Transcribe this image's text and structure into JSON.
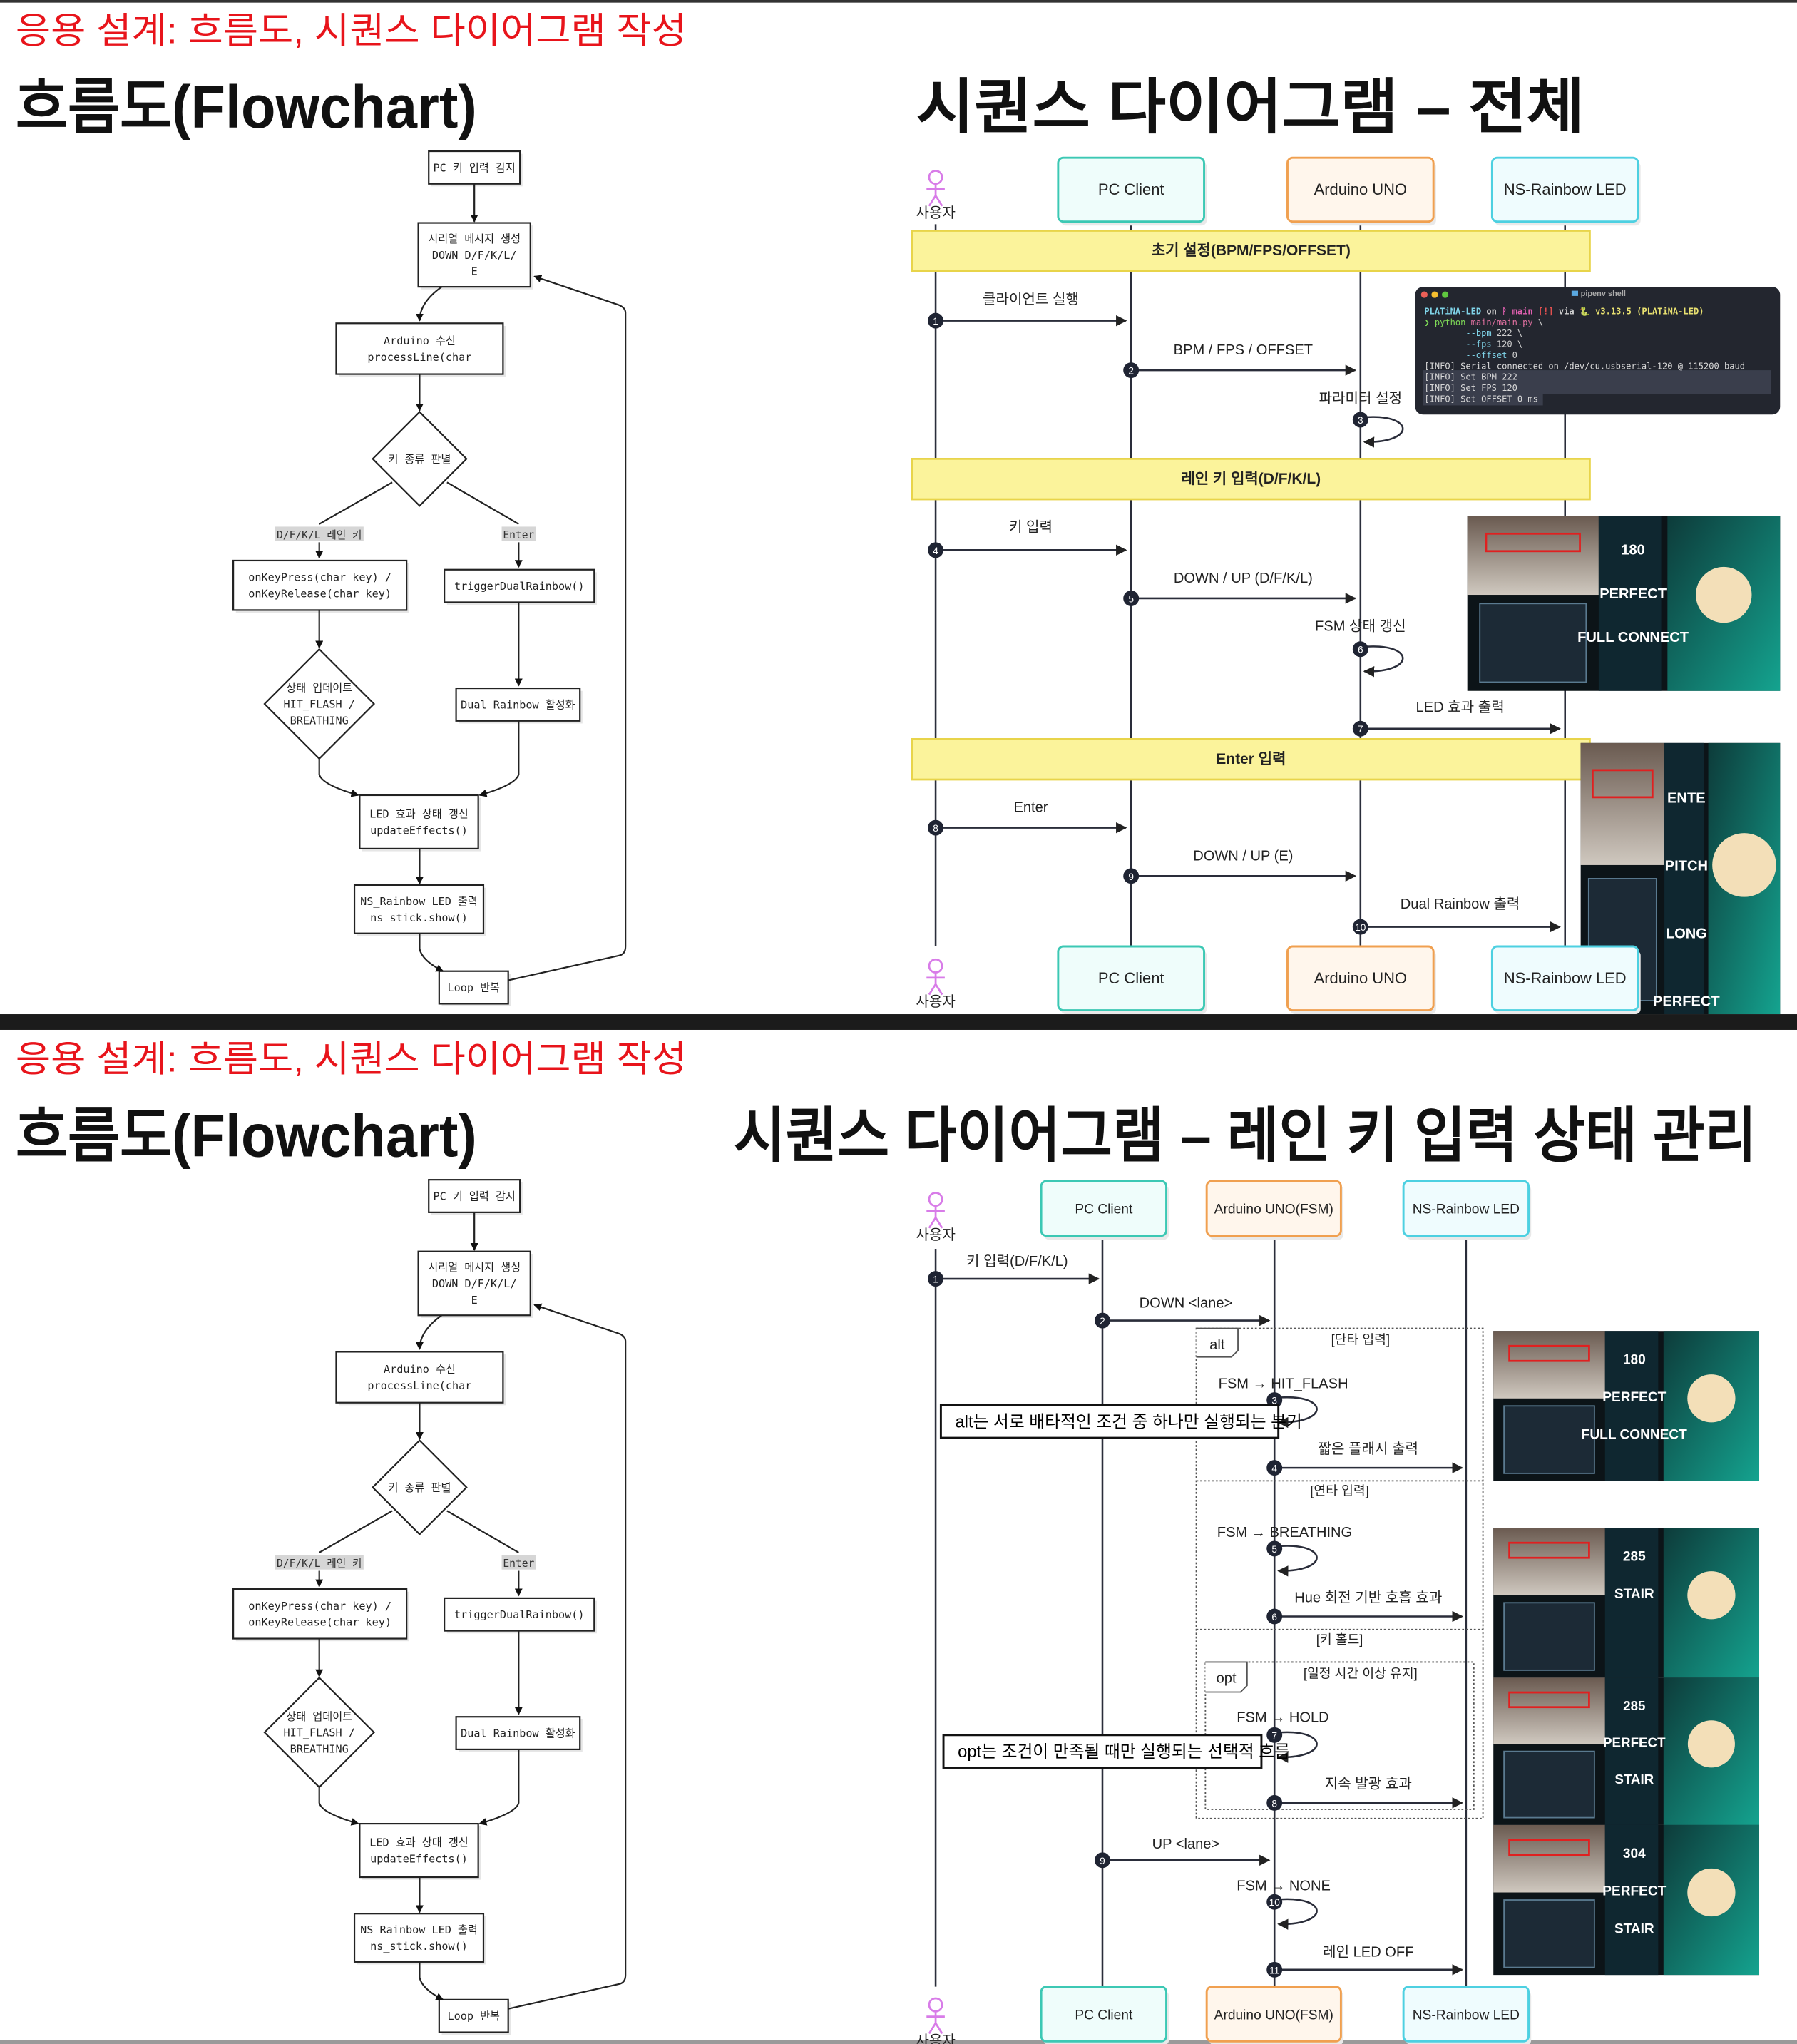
{
  "slides": [
    {
      "header": "응용 설계: 흐름도, 시퀀스  다이어그램  작성",
      "flowchart_title": "흐름도(Flowchart)",
      "sequence_title": "시퀀스  다이어그램 – 전체"
    },
    {
      "header": "응용 설계: 흐름도, 시퀀스  다이어그램  작성",
      "flowchart_title": "흐름도(Flowchart)",
      "sequence_title": "시퀀스 다이어그램 – 레인 키 입력 상태 관리"
    }
  ],
  "flowchart": {
    "nodes": [
      {
        "lines": [
          "PC 키 입력 감지"
        ]
      },
      {
        "lines": [
          "시리얼 메시지 생성",
          "DOWN D/F/K/L/",
          "E"
        ]
      },
      {
        "lines": [
          "Arduino 수신",
          "processLine(char"
        ]
      },
      {
        "lines": [
          "키 종류 판별"
        ]
      },
      {
        "lines": [
          "onKeyPress(char key) /",
          "onKeyRelease(char key)"
        ]
      },
      {
        "lines": [
          "triggerDualRainbow()"
        ]
      },
      {
        "lines": [
          "상태 업데이트",
          "HIT_FLASH /",
          "BREATHING"
        ]
      },
      {
        "lines": [
          "Dual Rainbow 활성화"
        ]
      },
      {
        "lines": [
          "LED 효과 상태 갱신",
          "updateEffects()"
        ]
      },
      {
        "lines": [
          "NS_Rainbow LED 출력",
          "ns_stick.show()"
        ]
      },
      {
        "lines": [
          "Loop 반복"
        ]
      }
    ],
    "edge_labels": [
      "D/F/K/L 레인 키",
      "Enter"
    ]
  },
  "seq_full": {
    "actor": "사용자",
    "participants": [
      "PC Client",
      "Arduino UNO",
      "NS-Rainbow LED"
    ],
    "sections": [
      "초기 설정(BPM/FPS/OFFSET)",
      "레인 키 입력(D/F/K/L)",
      "Enter 입력"
    ],
    "messages": [
      {
        "num": "1",
        "label": "클라이언트 실행"
      },
      {
        "num": "2",
        "label": "BPM / FPS / OFFSET"
      },
      {
        "num": "3",
        "label": "파라미터 설정"
      },
      {
        "num": "4",
        "label": "키 입력"
      },
      {
        "num": "5",
        "label": "DOWN / UP (D/F/K/L)"
      },
      {
        "num": "6",
        "label": "FSM 상태 갱신"
      },
      {
        "num": "7",
        "label": "LED 효과 출력"
      },
      {
        "num": "8",
        "label": "Enter"
      },
      {
        "num": "9",
        "label": "DOWN / UP (E)"
      },
      {
        "num": "10",
        "label": "Dual Rainbow 출력"
      }
    ]
  },
  "terminal": {
    "title": "pipenv shell",
    "lines": [
      {
        "segments": [
          {
            "text": "PLATiNA-LED",
            "color": "#7fd3e8"
          },
          {
            "text": " on ",
            "color": "#d0d0d0"
          },
          {
            "text": "ᚹ main",
            "color": "#e060b0"
          },
          {
            "text": " [!]",
            "color": "#e05050"
          },
          {
            "text": " via ",
            "color": "#d0d0d0"
          },
          {
            "text": "🐍 v3.13.5 (PLATiNA-LED)",
            "color": "#e8e070"
          }
        ]
      },
      {
        "segments": [
          {
            "text": "❯ python ",
            "color": "#7ed957"
          },
          {
            "text": "main/main.py",
            "color": "#e070a0"
          },
          {
            "text": " \\",
            "color": "#d0d0d0"
          }
        ]
      },
      {
        "segments": [
          {
            "text": "        --bpm",
            "color": "#7fd3e8"
          },
          {
            "text": " 222 \\",
            "color": "#d0d0d0"
          }
        ]
      },
      {
        "segments": [
          {
            "text": "        --fps",
            "color": "#7fd3e8"
          },
          {
            "text": " 120 \\",
            "color": "#d0d0d0"
          }
        ]
      },
      {
        "segments": [
          {
            "text": "        --offset",
            "color": "#7fd3e8"
          },
          {
            "text": " 0",
            "color": "#d0d0d0"
          }
        ]
      },
      {
        "segments": [
          {
            "text": "[INFO] Serial connected on /dev/cu.usbserial-120 @ 115200 baud",
            "color": "#d8d8d8"
          }
        ]
      },
      {
        "segments": [
          {
            "text": "[INFO] Set BPM 222",
            "color": "#d8d8d8"
          }
        ]
      },
      {
        "segments": [
          {
            "text": "[INFO] Set FPS 120",
            "color": "#d8d8d8"
          }
        ]
      },
      {
        "segments": [
          {
            "text": "[INFO] Set OFFSET 0 ms",
            "color": "#d8d8d8"
          }
        ]
      }
    ]
  },
  "seq_lane": {
    "actor": "사용자",
    "participants": [
      "PC Client",
      "Arduino UNO(FSM)",
      "NS-Rainbow LED"
    ],
    "messages": [
      {
        "num": "1",
        "label": "키 입력(D/F/K/L)"
      },
      {
        "num": "2",
        "label": "DOWN <lane>"
      },
      {
        "num": "3",
        "label": "FSM → HIT_FLASH"
      },
      {
        "num": "4",
        "label": "짧은 플래시 출력"
      },
      {
        "num": "5",
        "label": "FSM → BREATHING"
      },
      {
        "num": "6",
        "label": "Hue 회전 기반 호흡 효과"
      },
      {
        "num": "7",
        "label": "FSM → HOLD"
      },
      {
        "num": "8",
        "label": "지속 발광 효과"
      },
      {
        "num": "9",
        "label": "UP <lane>"
      },
      {
        "num": "10",
        "label": "FSM → NONE"
      },
      {
        "num": "11",
        "label": "레인 LED OFF"
      }
    ],
    "alt": {
      "tag": "alt",
      "conditions": [
        "[단타 입력]",
        "[연타 입력]",
        "[키 홀드]"
      ]
    },
    "opt": {
      "tag": "opt",
      "condition": "[일정 시간 이상 유지]"
    },
    "notes": [
      "alt는 서로 배타적인 조건 중 하나만 실행되는 분기",
      "opt는 조건이 만족될 때만 실행되는 선택적 흐름"
    ]
  },
  "captures": [
    {
      "labels": [
        "180",
        "PERFECT",
        "FULL CONNECT"
      ]
    },
    {
      "labels": [
        "ENTE",
        "PITCH",
        "LONG",
        "PERFECT"
      ]
    },
    {
      "labels": [
        "180",
        "PERFECT",
        "FULL CONNECT"
      ]
    },
    {
      "labels": [
        "285",
        "STAIR"
      ]
    },
    {
      "labels": [
        "285",
        "PERFECT",
        "STAIR"
      ]
    },
    {
      "labels": [
        "304",
        "PERFECT",
        "STAIR"
      ]
    }
  ],
  "colors": {
    "header_red": "#e8141b",
    "band_yellow": "#fbf39b",
    "pc_client": "#3cc8b4",
    "arduino": "#f0a050",
    "ns_rainbow": "#4dd0e1",
    "actor": "#d87ce8",
    "marker": "#1f2433"
  }
}
